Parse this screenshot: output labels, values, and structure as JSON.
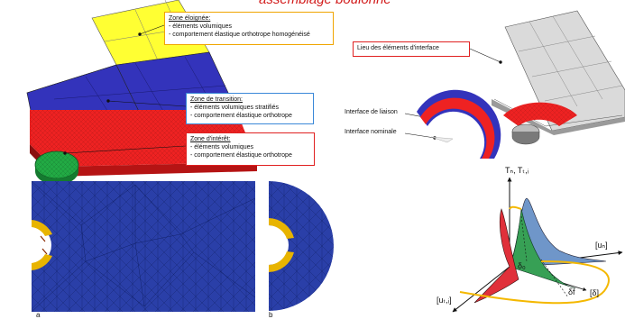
{
  "title": "assemblage boulonné",
  "callouts": {
    "far_zone": {
      "heading": "Zone éloignée:",
      "line1": "- éléments volumiques",
      "line2": "- comportement élastique orthotrope homogénéisé"
    },
    "transition_zone": {
      "heading": "Zone de transition:",
      "line1": "- éléments volumiques stratifiés",
      "line2": "- comportement élastique orthotrope"
    },
    "interest_zone": {
      "heading": "Zone d'intérêt:",
      "line1": "- éléments volumiques",
      "line2": "- comportement élastique orthotrope"
    },
    "interface_elements": {
      "text": "Lieu des éléments d'interface"
    }
  },
  "labels": {
    "bond_interface": "Interface de liaison",
    "nominal_interface": "Interface nominale",
    "panel_a": "a",
    "panel_b": "b"
  },
  "law": {
    "axis_t": "Tₙ, Tₜ,ᵢ",
    "axis_un": "[uₙ]",
    "axis_ut": "[uₜ,ᵢ]",
    "axis_delta": "[δ]",
    "delta0": "δ₀",
    "deltaf": "δf"
  },
  "colors": {
    "yellow_zone": "#ffff33",
    "blue_zone": "#3333bb",
    "red_zone": "#ee2222",
    "green_zone": "#22aa44",
    "mesh_blue": "#2a3fa8",
    "light_blue_lobe": "#6f96c9",
    "green_lobe": "#37a055",
    "red_lobe": "#e0303a",
    "yellow_curve": "#f4b800",
    "grey_plate": "#dadada"
  }
}
